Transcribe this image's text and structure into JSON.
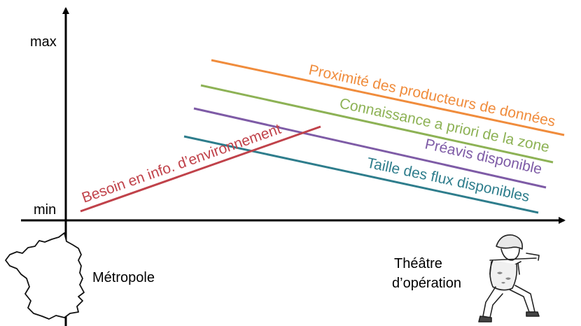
{
  "axes": {
    "y_max_label": "max",
    "y_min_label": "min"
  },
  "lines": [
    {
      "label": "Proximité des producteurs de données",
      "color": "#F08C3C"
    },
    {
      "label": "Connaissance a priori de la zone",
      "color": "#8DB255"
    },
    {
      "label": "Préavis disponible",
      "color": "#7E5BA6"
    },
    {
      "label": "Taille des flux disponibles",
      "color": "#2E7D8C"
    },
    {
      "label": "Besoin en info. d’environnement",
      "color": "#C0424A"
    }
  ],
  "x_labels": {
    "left": "Métropole",
    "right_line1": "Théâtre",
    "right_line2": "d’opération"
  },
  "icons": {
    "left": "france-map-icon",
    "right": "soldier-icon"
  }
}
